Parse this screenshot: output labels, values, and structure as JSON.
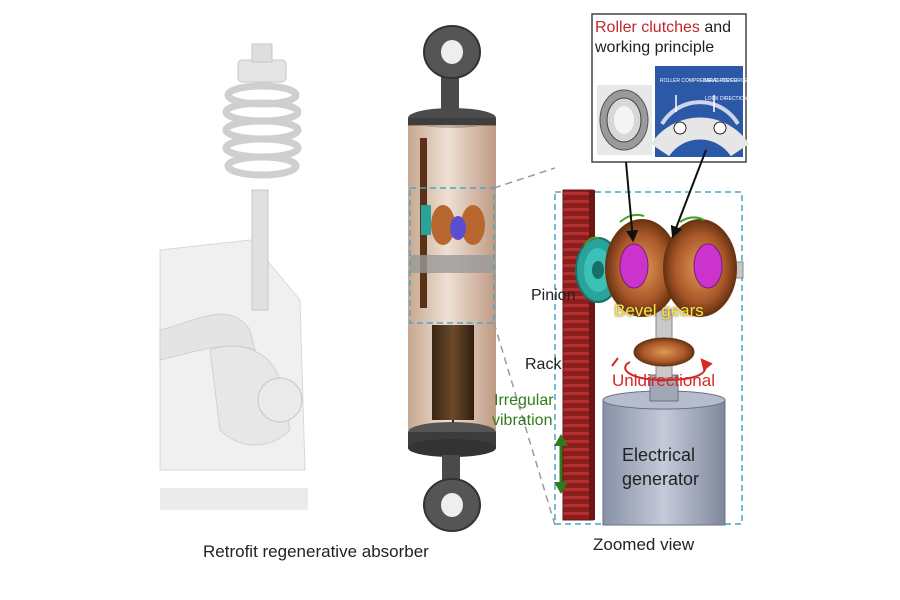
{
  "labels": {
    "roller_clutches": "Roller clutches",
    "roller_and": " and",
    "working_principle": "working principle",
    "pinion": "Pinion",
    "bevel_gears": "Bevel gears",
    "rack": "Rack",
    "unidirectional": "Unidirectional",
    "irregular": "Irregular",
    "vibration": "vibration",
    "electrical": "Electrical",
    "generator": "generator",
    "caption_left": "Retrofit regenerative absorber",
    "caption_right": "Zoomed view"
  },
  "clutch_diagram": {
    "roller_compressive_force": "ROLLER COMPRESSIVE FORCE",
    "parasitic_force": "PARASITIC FORCE",
    "lock_direction": "LOCK DIRECTION"
  },
  "colors": {
    "rack": "#8b1d1d",
    "pinion": "#2aa49a",
    "bevel_gear": "#b0622a",
    "clutch": "#cc33cc",
    "generator": "#9aa3b5",
    "housing": "#c9a78a",
    "dashed_box": "#4aa6c8",
    "arrow_red": "#d42a26",
    "arrow_green": "#2e7d1a"
  }
}
